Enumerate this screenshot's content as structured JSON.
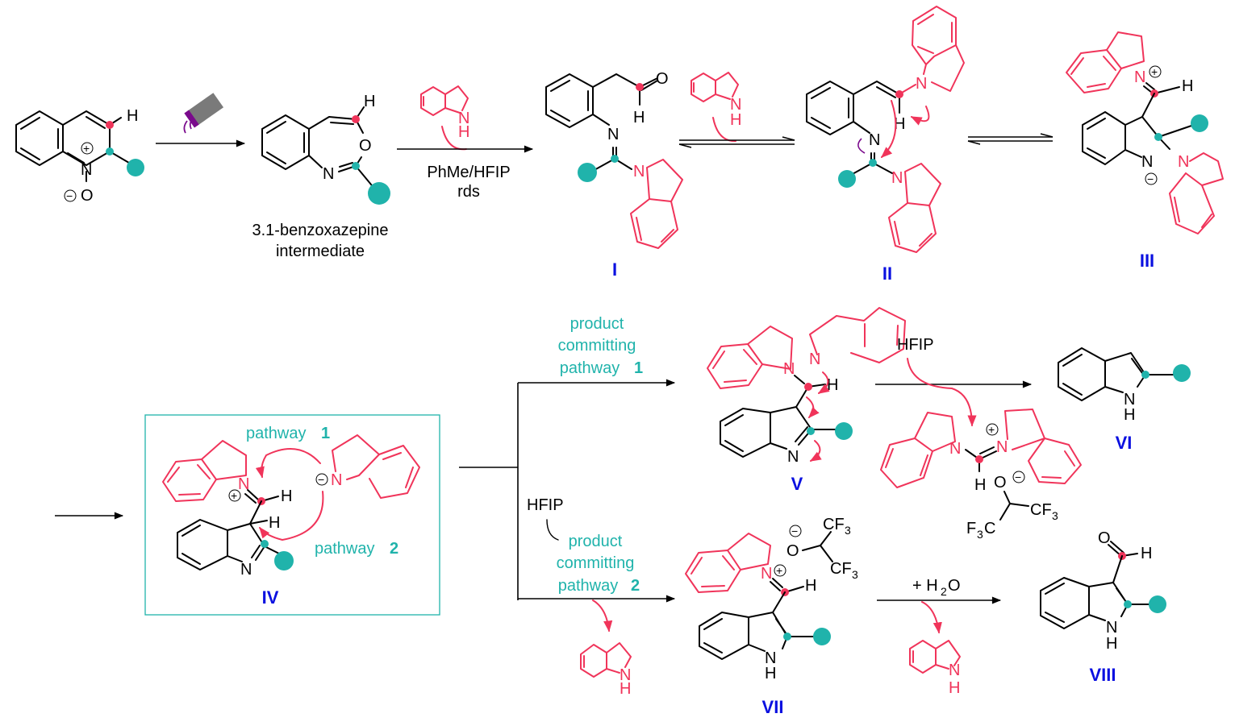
{
  "scheme": {
    "colors": {
      "accent_red": "#f0345a",
      "accent_teal": "#20b3ab",
      "label_blue": "#0a10e0",
      "uv_purple": "#7a0a8c"
    },
    "step1": {
      "reagent_icon": "light-source-icon"
    },
    "benzoxazepine": {
      "caption_line1": "3.1-benzoxazepine",
      "caption_line2": "intermediate"
    },
    "step2": {
      "conditions": "PhMe/HFIP",
      "note": "rds",
      "reagent": "indoline"
    },
    "atoms": {
      "H": "H",
      "N": "N",
      "O": "O",
      "plus": "+",
      "minus": "−",
      "NH_H": "H"
    },
    "labels": {
      "I": "I",
      "II": "II",
      "III": "III",
      "IV": "IV",
      "V": "V",
      "VI": "VI",
      "VII": "VII",
      "VIII": "VIII"
    },
    "box": {
      "pathway1": "pathway",
      "pathway1_num": "1",
      "pathway2": "pathway",
      "pathway2_num": "2"
    },
    "branch1": {
      "line1": "product",
      "line2": "committing",
      "line3": "pathway",
      "num": "1"
    },
    "branch2": {
      "reagent": "HFIP",
      "line1": "product",
      "line2": "committing",
      "line3": "pathway",
      "num": "2"
    },
    "step_V_VI": {
      "reagent": "HFIP"
    },
    "hfip_anion": {
      "cf3": "CF",
      "sub3": "3",
      "f3c_f": "F",
      "f3c_c": "C"
    },
    "step_VII_VIII": {
      "reagent_plus": "+ H",
      "sub2": "2",
      "reagent_O": "O"
    }
  }
}
